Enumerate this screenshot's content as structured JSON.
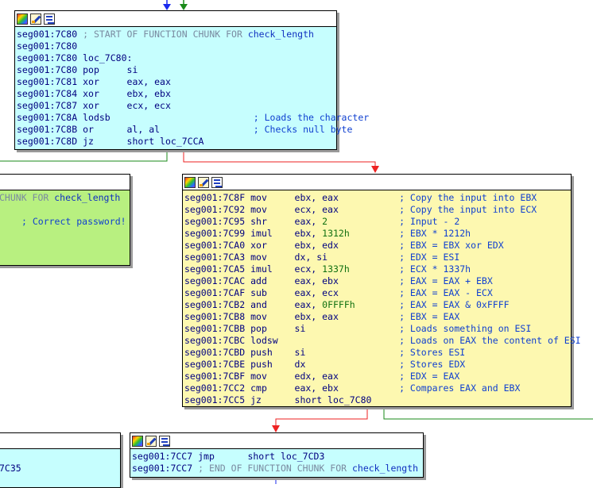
{
  "colors": {
    "node_top": "#c6fefe",
    "node_middle": "#fdf8b0",
    "node_left_green": "#b8f080",
    "edge_red": "#ee2222",
    "edge_green": "#1a8a1a",
    "edge_blue": "#1a2aee"
  },
  "header_icons": [
    "graph-overview-icon",
    "edit-color-icon",
    "xrefs-icon"
  ],
  "top_node": {
    "lines": [
      {
        "addr": "seg001:7C80",
        "gray": "; START OF FUNCTION CHUNK FOR ",
        "fn": "check_length"
      },
      {
        "addr": "seg001:7C80"
      },
      {
        "addr": "seg001:7C80",
        "label": "loc_7C80:"
      },
      {
        "addr": "seg001:7C80",
        "mn": "pop",
        "op": "si"
      },
      {
        "addr": "seg001:7C81",
        "mn": "xor",
        "op": "eax, eax"
      },
      {
        "addr": "seg001:7C84",
        "mn": "xor",
        "op": "ebx, ebx"
      },
      {
        "addr": "seg001:7C87",
        "mn": "xor",
        "op": "ecx, ecx"
      },
      {
        "addr": "seg001:7C8A",
        "mn": "lodsb",
        "op": "",
        "cm": "; Loads the character"
      },
      {
        "addr": "seg001:7C8B",
        "mn": "or",
        "op": "al, al",
        "cm": "; Checks null byte"
      },
      {
        "addr": "seg001:7C8D",
        "mn": "jz",
        "op": "short loc_7CCA"
      }
    ]
  },
  "left_node": {
    "line1_gray": "CHUNK FOR ",
    "line1_fn": "check_length",
    "line2_cm": "; Correct password!"
  },
  "middle_node": {
    "lines": [
      {
        "addr": "seg001:7C8F",
        "mn": "mov",
        "op": "ebx, eax",
        "cm": "; Copy the input into EBX"
      },
      {
        "addr": "seg001:7C92",
        "mn": "mov",
        "op": "ecx, eax",
        "cm": "; Copy the input into ECX"
      },
      {
        "addr": "seg001:7C95",
        "mn": "shr",
        "op": "eax, ",
        "num": "2",
        "cm": "; Input - 2"
      },
      {
        "addr": "seg001:7C99",
        "mn": "imul",
        "op": "ebx, ",
        "num": "1312h",
        "cm": "; EBX * 1212h"
      },
      {
        "addr": "seg001:7CA0",
        "mn": "xor",
        "op": "ebx, edx",
        "cm": "; EBX = EBX xor EDX"
      },
      {
        "addr": "seg001:7CA3",
        "mn": "mov",
        "op": "dx, si",
        "cm": "; EDX = ESI"
      },
      {
        "addr": "seg001:7CA5",
        "mn": "imul",
        "op": "ecx, ",
        "num": "1337h",
        "cm": "; ECX * 1337h"
      },
      {
        "addr": "seg001:7CAC",
        "mn": "add",
        "op": "eax, ebx",
        "cm": "; EAX = EAX + EBX"
      },
      {
        "addr": "seg001:7CAF",
        "mn": "sub",
        "op": "eax, ecx",
        "cm": "; EAX = EAX - ECX"
      },
      {
        "addr": "seg001:7CB2",
        "mn": "and",
        "op": "eax, ",
        "num": "0FFFFh",
        "cm": "; EAX = EAX & 0xFFFF"
      },
      {
        "addr": "seg001:7CB8",
        "mn": "mov",
        "op": "ebx, eax",
        "cm": "; EBX = EAX"
      },
      {
        "addr": "seg001:7CBB",
        "mn": "pop",
        "op": "si",
        "cm": "; Loads something on ESI"
      },
      {
        "addr": "seg001:7CBC",
        "mn": "lodsw",
        "op": "",
        "cm": "; Loads on EAX the content of ESI"
      },
      {
        "addr": "seg001:7CBD",
        "mn": "push",
        "op": "si",
        "cm": "; Stores ESI"
      },
      {
        "addr": "seg001:7CBE",
        "mn": "push",
        "op": "dx",
        "cm": "; Stores EDX"
      },
      {
        "addr": "seg001:7CBF",
        "mn": "mov",
        "op": "edx, eax",
        "cm": "; EDX = EAX"
      },
      {
        "addr": "seg001:7CC2",
        "mn": "cmp",
        "op": "eax, ebx",
        "cm": "; Compares EAX and EBX"
      },
      {
        "addr": "seg001:7CC5",
        "mn": "jz",
        "op": "short loc_7C80"
      }
    ]
  },
  "bottom_node": {
    "lines": [
      {
        "addr": "seg001:7CC7",
        "mn": "jmp",
        "op": "short loc_7CD3"
      },
      {
        "addr": "seg001:7CC7",
        "gray": "; END OF FUNCTION CHUNK FOR ",
        "fn": "check_length"
      }
    ]
  },
  "bottom_left_fragment": {
    "text": "7C35"
  }
}
